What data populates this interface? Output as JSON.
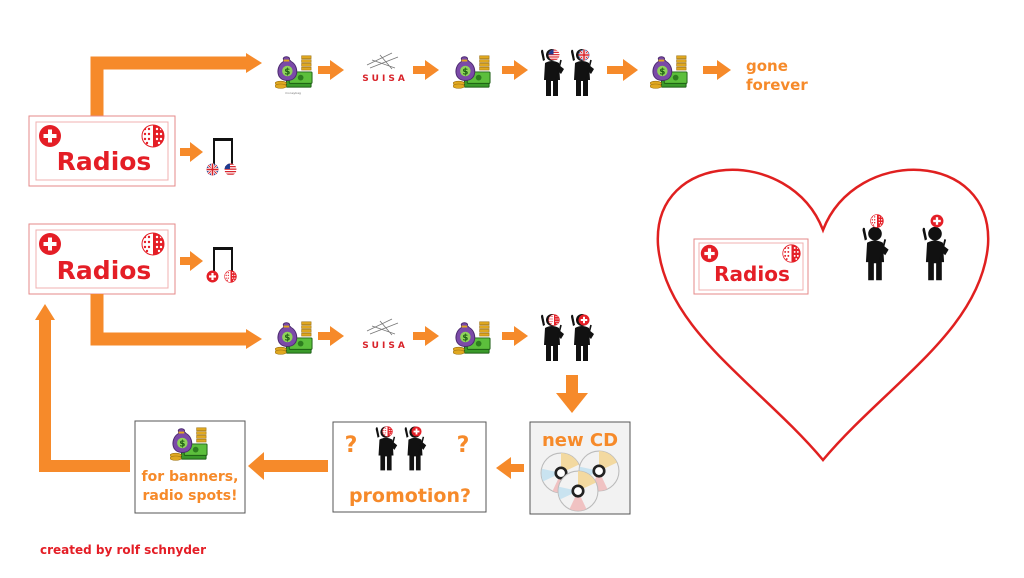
{
  "radio_label": "Radios",
  "suisa_label": "SUISA",
  "gone_forever": [
    "gone",
    "forever"
  ],
  "new_cd_label": "new CD",
  "promotion_label": "promotion?",
  "question_mark": "?",
  "banners_label": [
    "for banners,",
    "radio spots!"
  ],
  "credit": "created by rolf schnyder",
  "colors": {
    "accent": "#f68a2a",
    "red": "#e41e26",
    "heart": "#e02020",
    "money": "#7b4aa8",
    "figure": "#111111"
  },
  "icons": [
    "swiss-flag-icon",
    "valais-flag-icon",
    "music-note-icon",
    "money-bag-icon",
    "singer-icon",
    "cd-icon",
    "heart-icon",
    "arrow-icon"
  ]
}
